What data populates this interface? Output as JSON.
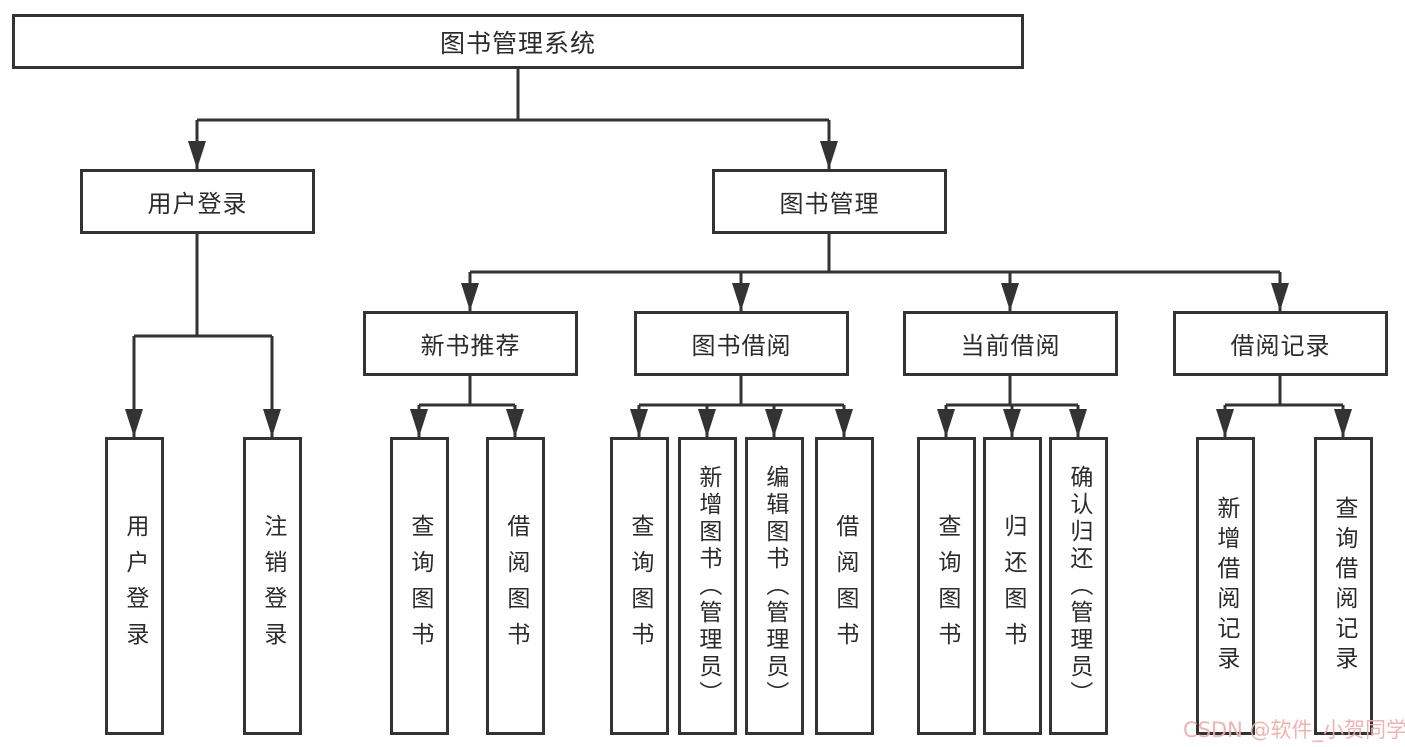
{
  "root": {
    "label": "图书管理系统"
  },
  "level1": [
    {
      "label": "用户登录"
    },
    {
      "label": "图书管理"
    }
  ],
  "level2": [
    {
      "label": "新书推荐",
      "parent": "图书管理"
    },
    {
      "label": "图书借阅",
      "parent": "图书管理"
    },
    {
      "label": "当前借阅",
      "parent": "图书管理"
    },
    {
      "label": "借阅记录",
      "parent": "图书管理"
    }
  ],
  "leaves": [
    {
      "label": "用户登录",
      "parent": "用户登录"
    },
    {
      "label": "注销登录",
      "parent": "用户登录"
    },
    {
      "label": "查询图书",
      "parent": "新书推荐"
    },
    {
      "label": "借阅图书",
      "parent": "新书推荐"
    },
    {
      "label": "查询图书",
      "parent": "图书借阅"
    },
    {
      "label": "新增图书（管理员）",
      "parent": "图书借阅"
    },
    {
      "label": "编辑图书（管理员）",
      "parent": "图书借阅"
    },
    {
      "label": "借阅图书",
      "parent": "图书借阅"
    },
    {
      "label": "查询图书",
      "parent": "当前借阅"
    },
    {
      "label": "归还图书",
      "parent": "当前借阅"
    },
    {
      "label": "确认归还（管理员）",
      "parent": "当前借阅"
    },
    {
      "label": "新增借阅记录",
      "parent": "借阅记录"
    },
    {
      "label": "查询借阅记录",
      "parent": "借阅记录"
    }
  ],
  "watermark": "CSDN @软件_小贺同学",
  "colors": {
    "line": "#333333",
    "box_fill": "#ffffff",
    "text": "#2b2b2b",
    "watermark": "#eeb0ad",
    "background": "#ffffff"
  }
}
